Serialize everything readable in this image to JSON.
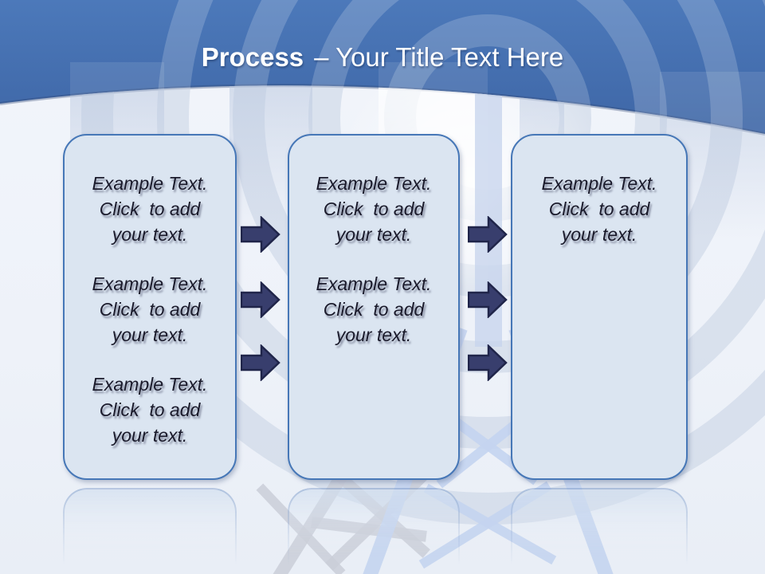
{
  "slide": {
    "title": {
      "emphasis": "Process",
      "rest": "– Your Title Text Here"
    }
  },
  "boxes": [
    {
      "id": "step-1",
      "paragraphs": [
        "Example Text.\nClick  to add\nyour text.",
        "Example Text.\nClick  to add\nyour text.",
        "Example Text.\nClick  to add\nyour text."
      ]
    },
    {
      "id": "step-2",
      "paragraphs": [
        "Example Text.\nClick  to add\nyour text.",
        "Example Text.\nClick  to add\nyour text."
      ]
    },
    {
      "id": "step-3",
      "paragraphs": [
        "Example Text.\nClick  to add\nyour text."
      ]
    }
  ],
  "arrows": {
    "icon": "right-arrow",
    "column_1_count": 3,
    "column_2_count": 3
  },
  "background": {
    "decor": [
      "signal-rings",
      "radio-mast",
      "lattice-tower",
      "tower-shadow",
      "box-reflections"
    ]
  },
  "theme": {
    "page-bg": "#f0f4fa",
    "header-blue-top": "#4c79ba",
    "header-blue-bottom": "#3e66a6",
    "title-color": "#ffffff",
    "box-fill": "#dbe5f1",
    "box-border": "#4677b7",
    "body-text": "#1a1a2b",
    "arrow-fill": "#383e6d",
    "arrow-border": "#20254a",
    "ring-color": "#c3cfe2",
    "tower-blue": "#c4d4f0",
    "tower-gray": "#caced8"
  }
}
